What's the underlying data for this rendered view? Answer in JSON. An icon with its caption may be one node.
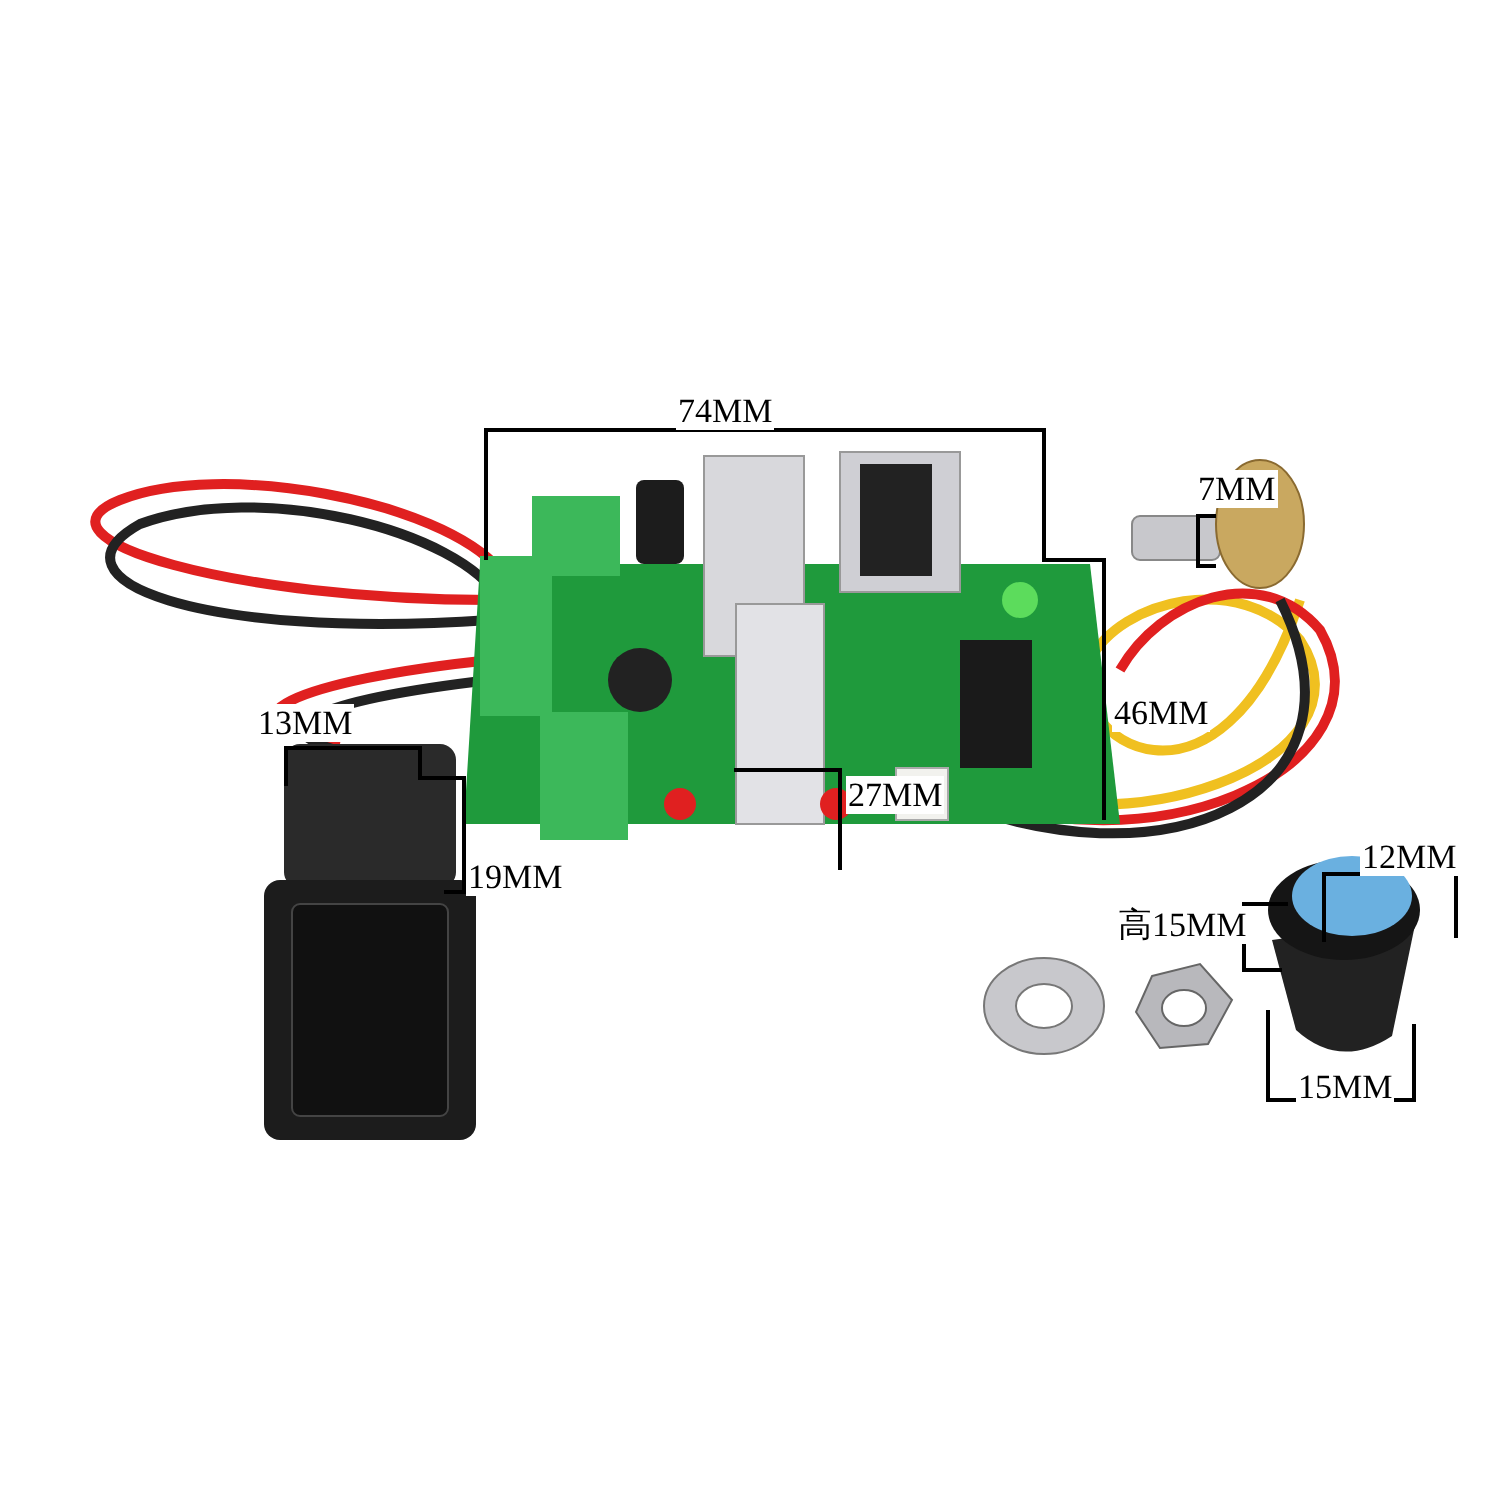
{
  "diagram": {
    "labels": [
      "74MM",
      "7MM",
      "46MM",
      "13MM",
      "27MM",
      "12MM",
      "19MM",
      "高15MM",
      "15MM"
    ]
  }
}
